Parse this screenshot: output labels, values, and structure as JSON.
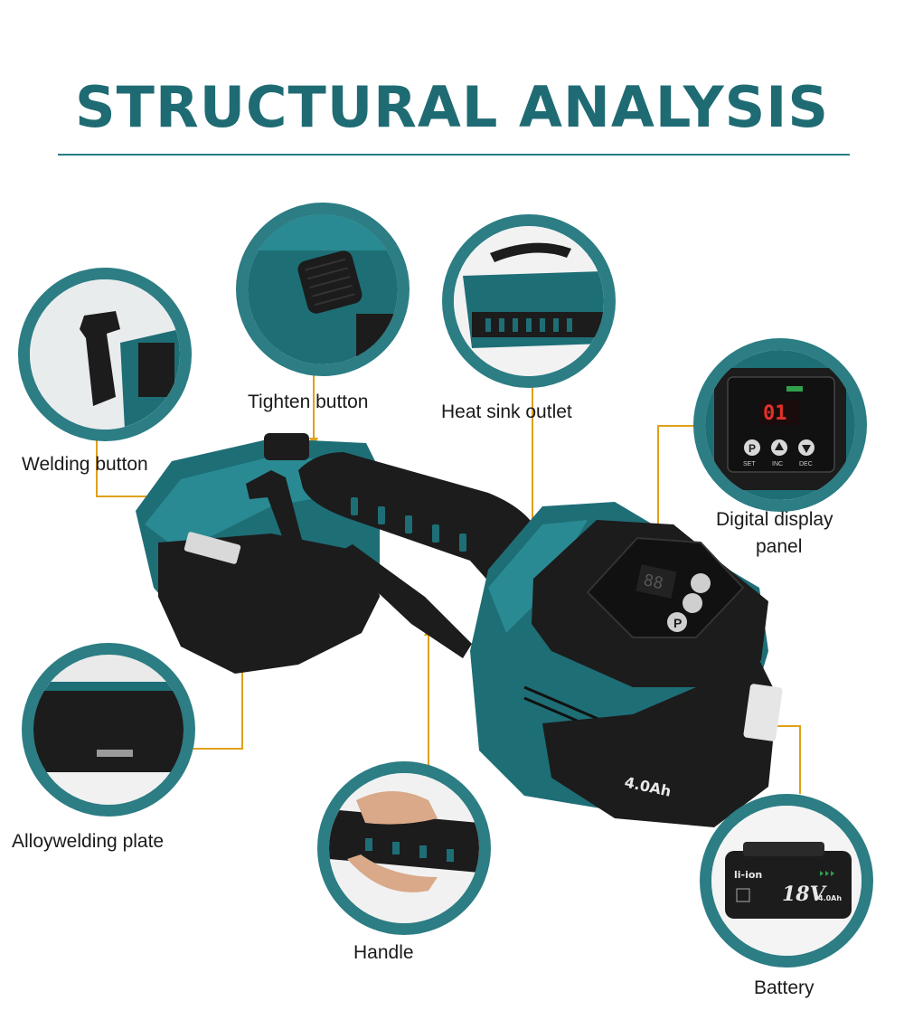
{
  "header": {
    "title": "STRUCTURAL ANALYSIS"
  },
  "colors": {
    "teal": "#2c7d84",
    "title": "#1f6b73",
    "leader": "#e0a11a",
    "body": "#1e6e76",
    "black": "#1c1c1c",
    "display_red": "#e0322a"
  },
  "callouts": {
    "welding_button": {
      "label": "Welding button",
      "icon": "welding-button-closeup"
    },
    "tighten_button": {
      "label": "Tighten button",
      "icon": "tighten-button-closeup"
    },
    "heat_sink": {
      "label": "Heat sink outlet",
      "icon": "heat-sink-closeup"
    },
    "display_panel": {
      "label_line1": "Digital display",
      "label_line2": "panel",
      "icon": "display-panel-closeup"
    },
    "welding_plate": {
      "label": "Alloywelding plate",
      "icon": "welding-plate-closeup"
    },
    "handle": {
      "label": "Handle",
      "icon": "handle-closeup"
    },
    "battery": {
      "label": "Battery",
      "icon": "battery-closeup"
    }
  },
  "panel": {
    "digits": "88",
    "zoom_digits": "01",
    "btn_p": "P",
    "btn_set": "SET",
    "btn_inc": "INC",
    "btn_dec": "DEC"
  },
  "battery": {
    "brand": "li-ion",
    "voltage": "18V",
    "capacity": "4.0Ah"
  }
}
